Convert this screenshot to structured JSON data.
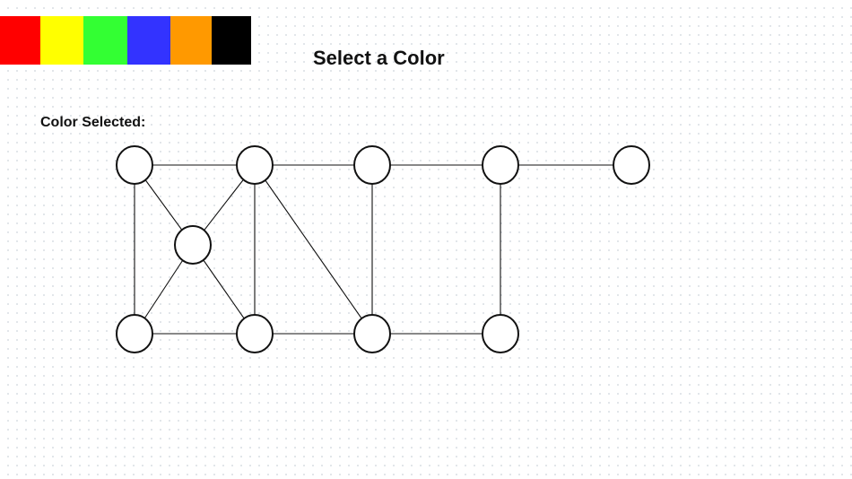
{
  "title": "Select a Color",
  "selected_label": "Color Selected:",
  "palette": [
    {
      "name": "red",
      "color": "#ff0000"
    },
    {
      "name": "yellow",
      "color": "#ffff00"
    },
    {
      "name": "green",
      "color": "#33ff33"
    },
    {
      "name": "blue",
      "color": "#3333ff"
    },
    {
      "name": "orange",
      "color": "#ff9900"
    },
    {
      "name": "black",
      "color": "#000000"
    }
  ],
  "graph": {
    "node_fill": "#ffffff",
    "stroke_color": "#111111",
    "node_count": 10,
    "edges": [
      [
        0,
        1
      ],
      [
        1,
        2
      ],
      [
        2,
        3
      ],
      [
        3,
        4
      ],
      [
        0,
        5
      ],
      [
        0,
        6
      ],
      [
        1,
        5
      ],
      [
        1,
        7
      ],
      [
        1,
        8
      ],
      [
        5,
        6
      ],
      [
        5,
        7
      ],
      [
        6,
        7
      ],
      [
        7,
        8
      ],
      [
        2,
        8
      ],
      [
        8,
        9
      ],
      [
        3,
        9
      ]
    ]
  }
}
